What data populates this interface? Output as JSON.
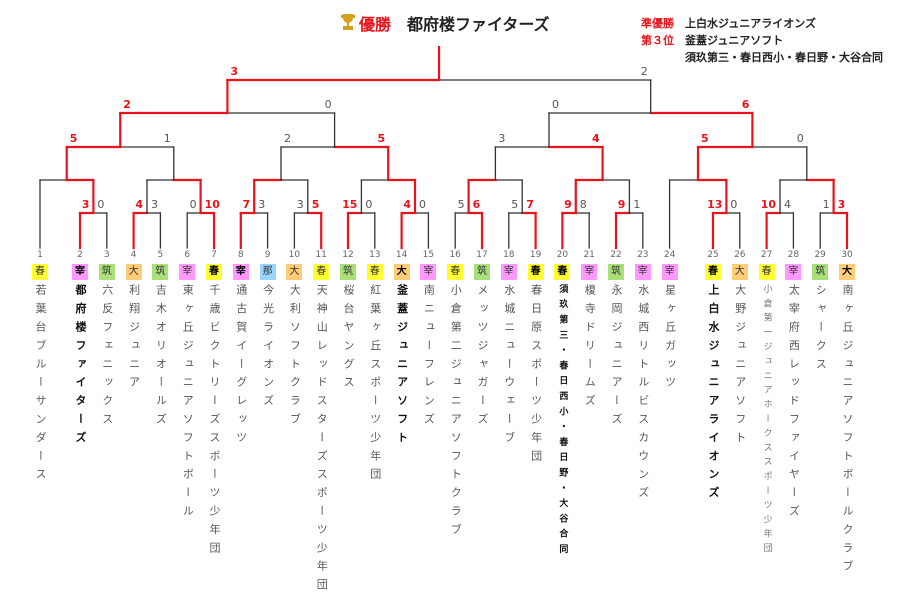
{
  "header": {
    "winner_label": "優勝",
    "champion": "都府楼ファイターズ",
    "runner_up_label": "準優勝",
    "runner_up": "上白水ジュニアライオンズ",
    "third_label": "第３位",
    "third_1": "釜蓋ジュニアソフト",
    "third_2": "須玖第三・春日西小・春日野・大谷合同"
  },
  "colors": {
    "win_line": "#e8131b",
    "lose_line": "#333333",
    "regions": {
      "春": "#ffff33",
      "宰": "#ff99ff",
      "筑": "#a9e07a",
      "大": "#ffcc77",
      "那": "#99d6ff"
    }
  },
  "teams": [
    {
      "no": "1",
      "region": "春",
      "name": "若葉台ブルーサンダース"
    },
    {
      "no": "2",
      "region": "宰",
      "name": "都府楼ファイターズ",
      "top": true,
      "bold_badge": true
    },
    {
      "no": "3",
      "region": "筑",
      "name": "六反フェニックス"
    },
    {
      "no": "4",
      "region": "大",
      "name": "利翔ジュニア"
    },
    {
      "no": "5",
      "region": "筑",
      "name": "吉木オリオールズ"
    },
    {
      "no": "6",
      "region": "宰",
      "name": "東ヶ丘ジュニアソフトボール"
    },
    {
      "no": "7",
      "region": "春",
      "name": "千歳ビクトリーズスポーツ少年団",
      "bold_badge": true
    },
    {
      "no": "8",
      "region": "宰",
      "name": "通古賀イーグレッツ",
      "bold_badge": true
    },
    {
      "no": "9",
      "region": "那",
      "name": "今光ライオンズ"
    },
    {
      "no": "10",
      "region": "大",
      "name": "大利ソフトクラブ"
    },
    {
      "no": "11",
      "region": "春",
      "name": "天神山レッドスターズスポーツ少年団"
    },
    {
      "no": "12",
      "region": "筑",
      "name": "桜台ヤングス"
    },
    {
      "no": "13",
      "region": "春",
      "name": "紅葉ヶ丘スポーツ少年団"
    },
    {
      "no": "14",
      "region": "大",
      "name": "釜蓋ジュニアソフト",
      "top": true,
      "bold_badge": true
    },
    {
      "no": "15",
      "region": "宰",
      "name": "南ニューフレンズ"
    },
    {
      "no": "16",
      "region": "春",
      "name": "小倉第二ジュニアソフトクラブ"
    },
    {
      "no": "17",
      "region": "筑",
      "name": "メッツジャガーズ"
    },
    {
      "no": "18",
      "region": "宰",
      "name": "水城ニューウェーブ"
    },
    {
      "no": "19",
      "region": "春",
      "name": "春日原スポーツ少年団",
      "bold_badge": true
    },
    {
      "no": "20",
      "region": "春",
      "name": "須玖第三・春日西小・春日野・大谷合同",
      "top": true,
      "bold_badge": true,
      "small": true
    },
    {
      "no": "21",
      "region": "宰",
      "name": "榎寺ドリームズ"
    },
    {
      "no": "22",
      "region": "筑",
      "name": "永岡ジュニアーズ"
    },
    {
      "no": "23",
      "region": "宰",
      "name": "水城西リトルビスカウンズ"
    },
    {
      "no": "24",
      "region": "宰",
      "name": "星ヶ丘ガッツ"
    },
    {
      "no": "25",
      "region": "春",
      "name": "上白水ジュニアライオンズ",
      "top": true,
      "bold_badge": true
    },
    {
      "no": "26",
      "region": "大",
      "name": "大野ジュニアソフト"
    },
    {
      "no": "27",
      "region": "春",
      "name": "小倉第一ジュニアホークススポーツ少年団",
      "tiny": true
    },
    {
      "no": "28",
      "region": "宰",
      "name": "太宰府西レッドファイヤーズ"
    },
    {
      "no": "29",
      "region": "筑",
      "name": "シャークス"
    },
    {
      "no": "30",
      "region": "大",
      "name": "南ヶ丘ジュニアソフトボールクラブ",
      "bold_badge": true
    }
  ],
  "bracket": {
    "score": [
      3,
      2
    ],
    "winner": 0,
    "children": [
      {
        "score": [
          2,
          0
        ],
        "winner": 0,
        "children": [
          {
            "score": [
              5,
              1
            ],
            "winner": 0,
            "children": [
              {
                "winner": 1,
                "children": [
                  1,
                  {
                    "score": [
                      3,
                      0
                    ],
                    "winner": 0,
                    "children": [
                      2,
                      3
                    ]
                  }
                ]
              },
              {
                "winner": 1,
                "children": [
                  {
                    "score": [
                      4,
                      3
                    ],
                    "winner": 0,
                    "children": [
                      4,
                      5
                    ]
                  },
                  {
                    "score": [
                      0,
                      10
                    ],
                    "winner": 1,
                    "children": [
                      6,
                      7
                    ]
                  }
                ]
              }
            ]
          },
          {
            "score": [
              2,
              5
            ],
            "winner": 1,
            "children": [
              {
                "winner": 0,
                "children": [
                  {
                    "score": [
                      7,
                      3
                    ],
                    "winner": 0,
                    "children": [
                      8,
                      9
                    ]
                  },
                  {
                    "score": [
                      3,
                      5
                    ],
                    "winner": 1,
                    "children": [
                      10,
                      11
                    ]
                  }
                ]
              },
              {
                "winner": 1,
                "children": [
                  {
                    "score": [
                      15,
                      0
                    ],
                    "winner": 0,
                    "children": [
                      12,
                      13
                    ]
                  },
                  {
                    "score": [
                      4,
                      0
                    ],
                    "winner": 0,
                    "children": [
                      14,
                      15
                    ]
                  }
                ]
              }
            ]
          }
        ]
      },
      {
        "score": [
          0,
          6
        ],
        "winner": 1,
        "children": [
          {
            "score": [
              3,
              4
            ],
            "winner": 1,
            "children": [
              {
                "winner": 0,
                "children": [
                  {
                    "score": [
                      5,
                      6
                    ],
                    "winner": 1,
                    "children": [
                      16,
                      17
                    ]
                  },
                  {
                    "score": [
                      5,
                      7
                    ],
                    "winner": 1,
                    "children": [
                      18,
                      19
                    ]
                  }
                ]
              },
              {
                "winner": 0,
                "children": [
                  {
                    "score": [
                      9,
                      8
                    ],
                    "winner": 0,
                    "children": [
                      20,
                      21
                    ]
                  },
                  {
                    "score": [
                      9,
                      1
                    ],
                    "winner": 0,
                    "children": [
                      22,
                      23
                    ]
                  }
                ]
              }
            ]
          },
          {
            "score": [
              5,
              0
            ],
            "winner": 0,
            "children": [
              {
                "winner": 1,
                "children": [
                  24,
                  {
                    "score": [
                      13,
                      0
                    ],
                    "winner": 0,
                    "children": [
                      25,
                      26
                    ]
                  }
                ]
              },
              {
                "winner": 1,
                "children": [
                  {
                    "score": [
                      10,
                      4
                    ],
                    "winner": 0,
                    "children": [
                      27,
                      28
                    ]
                  },
                  {
                    "score": [
                      1,
                      3
                    ],
                    "winner": 1,
                    "children": [
                      29,
                      30
                    ]
                  }
                ]
              }
            ]
          }
        ]
      }
    ]
  }
}
